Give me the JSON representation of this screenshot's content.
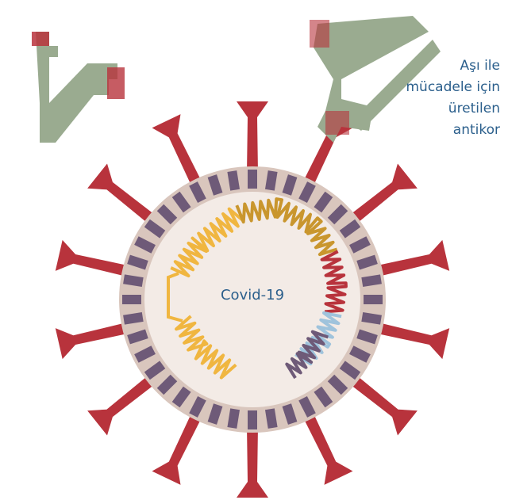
{
  "virus_label": "Covid-19",
  "antibody_caption": [
    "Aşı ile",
    "mücadele için",
    "üretilen",
    "antikor"
  ],
  "colors": {
    "spike": "#b8333c",
    "envelope": "#d9c6bd",
    "core": "#f3ebe6",
    "membrane_protein": "#6e5a78",
    "antibody": "#9aab90",
    "text": "#2b5f8c",
    "rna_yellow": "#f0b640",
    "rna_ochre": "#c9962e",
    "rna_red": "#b8333c",
    "rna_blue": "#9fc3dc",
    "rna_purple": "#6e5a78"
  }
}
